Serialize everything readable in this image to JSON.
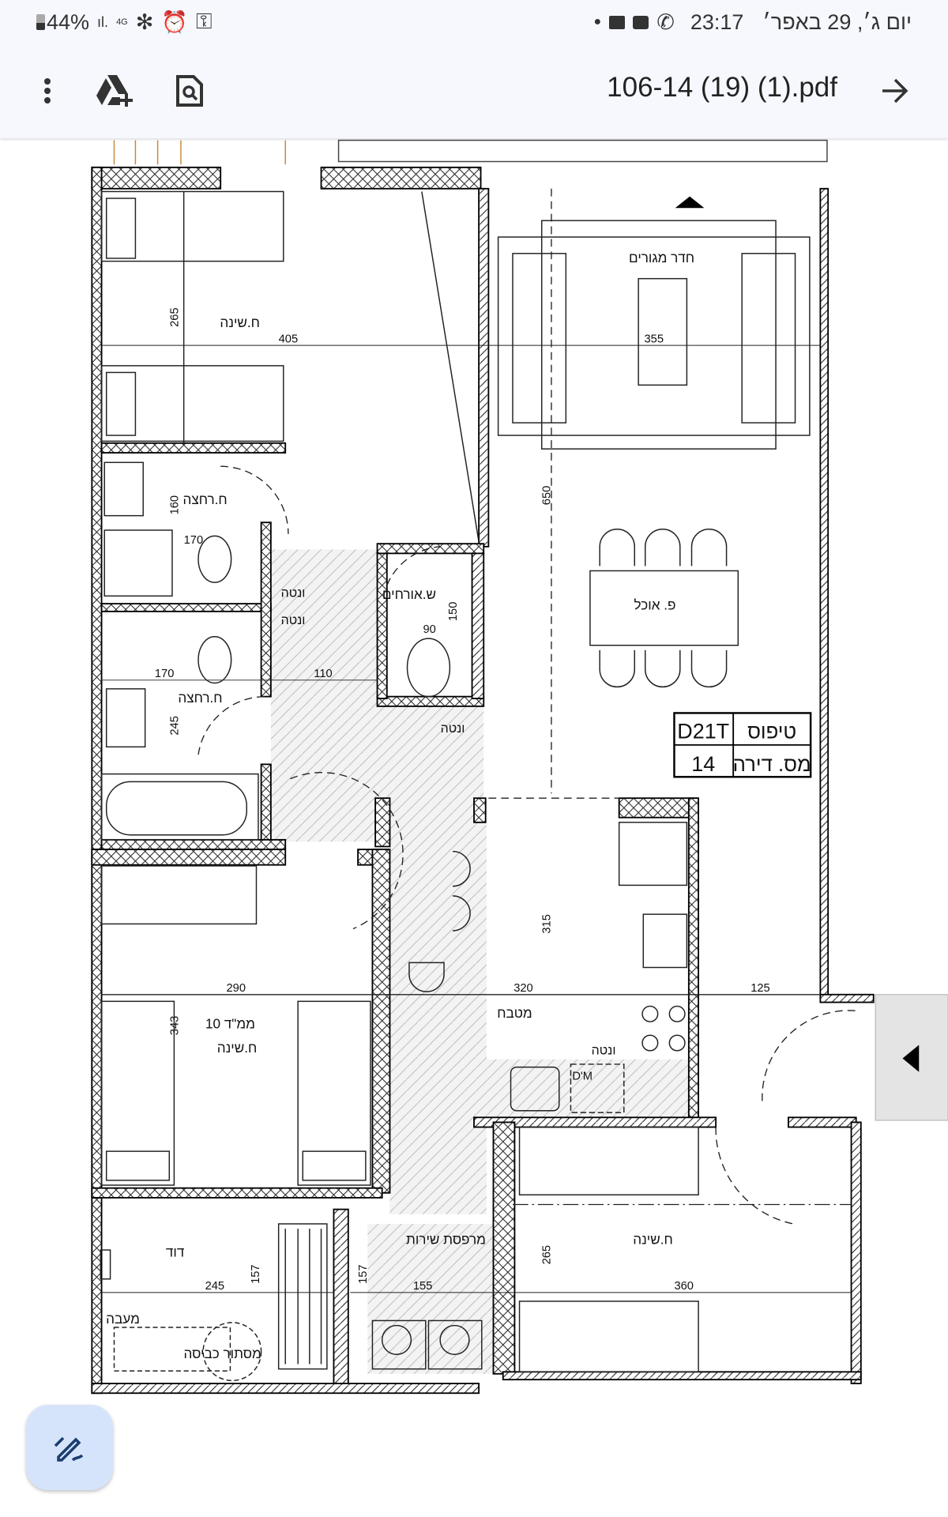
{
  "status_bar": {
    "battery": "44%",
    "network": "4G",
    "time": "23:17",
    "date": "יום ג׳, 29 באפר׳"
  },
  "toolbar": {
    "title": "106-14 (19) (1).pdf",
    "icons": [
      "more-vert-icon",
      "drive-add-icon",
      "find-in-page-icon",
      "arrow-forward-icon"
    ]
  },
  "plan": {
    "rooms": {
      "bedroom1": "ח.שינה",
      "living": "חדר מגורים",
      "bath1": "ח.רחצה",
      "guest_wc": "ש.אורחים",
      "dining": "פ. אוכל",
      "bath2": "ח.רחצה",
      "mamad": "ממ\"ד 10",
      "mamad_bedroom": "ח.שינה",
      "kitchen": "מטבח",
      "dishwasher": "D'M",
      "boiler": "דוד",
      "condenser": "מעבה",
      "laundry_screen": "מסתור כביסה",
      "service_balcony": "מרפסת שירות",
      "bedroom3": "ח.שינה"
    },
    "vent_label": "ונטה",
    "dimensions": {
      "d405": "405",
      "d265a": "265",
      "d355": "355",
      "d650": "650",
      "d160": "160",
      "d170a": "170",
      "d150": "150",
      "d90": "90",
      "d170b": "170",
      "d110": "110",
      "d245a": "245",
      "d290": "290",
      "d320": "320",
      "d125": "125",
      "d315": "315",
      "d343": "343",
      "d245b": "245",
      "d157a": "157",
      "d157b": "157",
      "d155": "155",
      "d265b": "265",
      "d360": "360"
    },
    "info_table": {
      "type_label": "טיפוס",
      "type_value": "D21T",
      "apt_label": "מס. דירה",
      "apt_value": "14"
    }
  },
  "fab": {
    "icon": "edit-pen-icon"
  }
}
